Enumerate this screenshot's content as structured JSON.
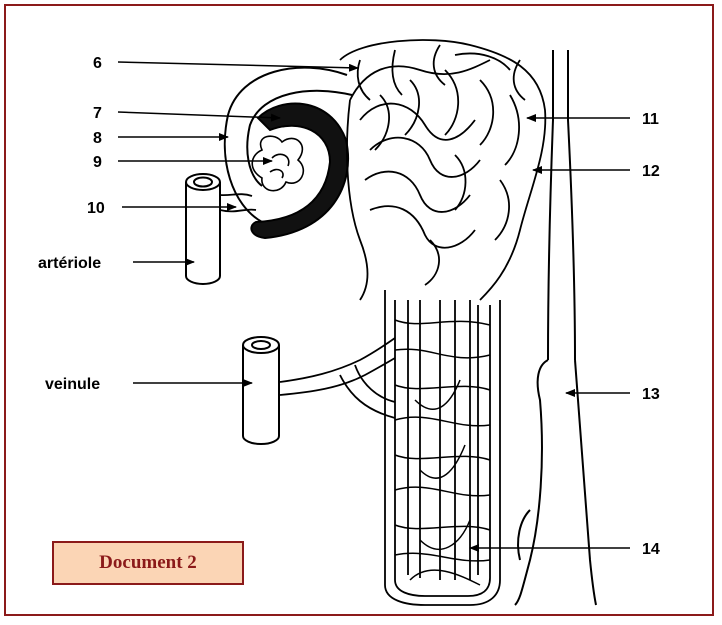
{
  "labels": {
    "n6": "6",
    "n7": "7",
    "n8": "8",
    "n9": "9",
    "n10": "10",
    "n11": "11",
    "n12": "12",
    "n13": "13",
    "n14": "14",
    "arteriole": "artériole",
    "veinule": "veinule"
  },
  "caption": "Document 2",
  "colors": {
    "frame_border": "#8b1a1a",
    "caption_fill": "#fbd5b5",
    "caption_text": "#8b1a1a",
    "ink": "#000000"
  }
}
